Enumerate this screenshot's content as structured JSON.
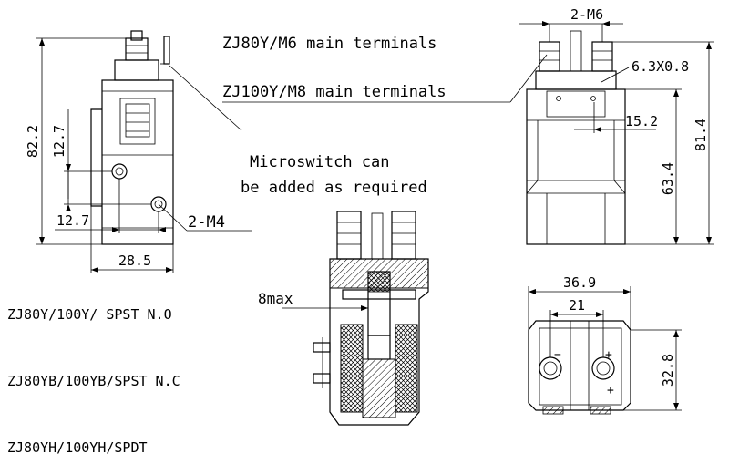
{
  "notes": {
    "main_m6": "ZJ80Y/M6 main terminals",
    "main_m8": "ZJ100Y/M8 main terminals",
    "microswitch_1": "Microswitch can",
    "microswitch_2": "be added as required",
    "model_no": "ZJ80Y/100Y/ SPST N.O",
    "model_nc": "ZJ80YB/100YB/SPST N.C",
    "model_spdt": "ZJ80YH/100YH/SPDT"
  },
  "dimensions": {
    "d82_2": "82.2",
    "d12_7_v": "12.7",
    "d12_7_h": "12.7",
    "d28_5": "28.5",
    "d2_m4": "2-M4",
    "d2_m6": "2-M6",
    "d6_3x0_8": "6.3X0.8",
    "d15_2": "15.2",
    "d63_4": "63.4",
    "d81_4": "81.4",
    "d8max": "8max",
    "d36_9": "36.9",
    "d21": "21",
    "d32_8": "32.8"
  }
}
